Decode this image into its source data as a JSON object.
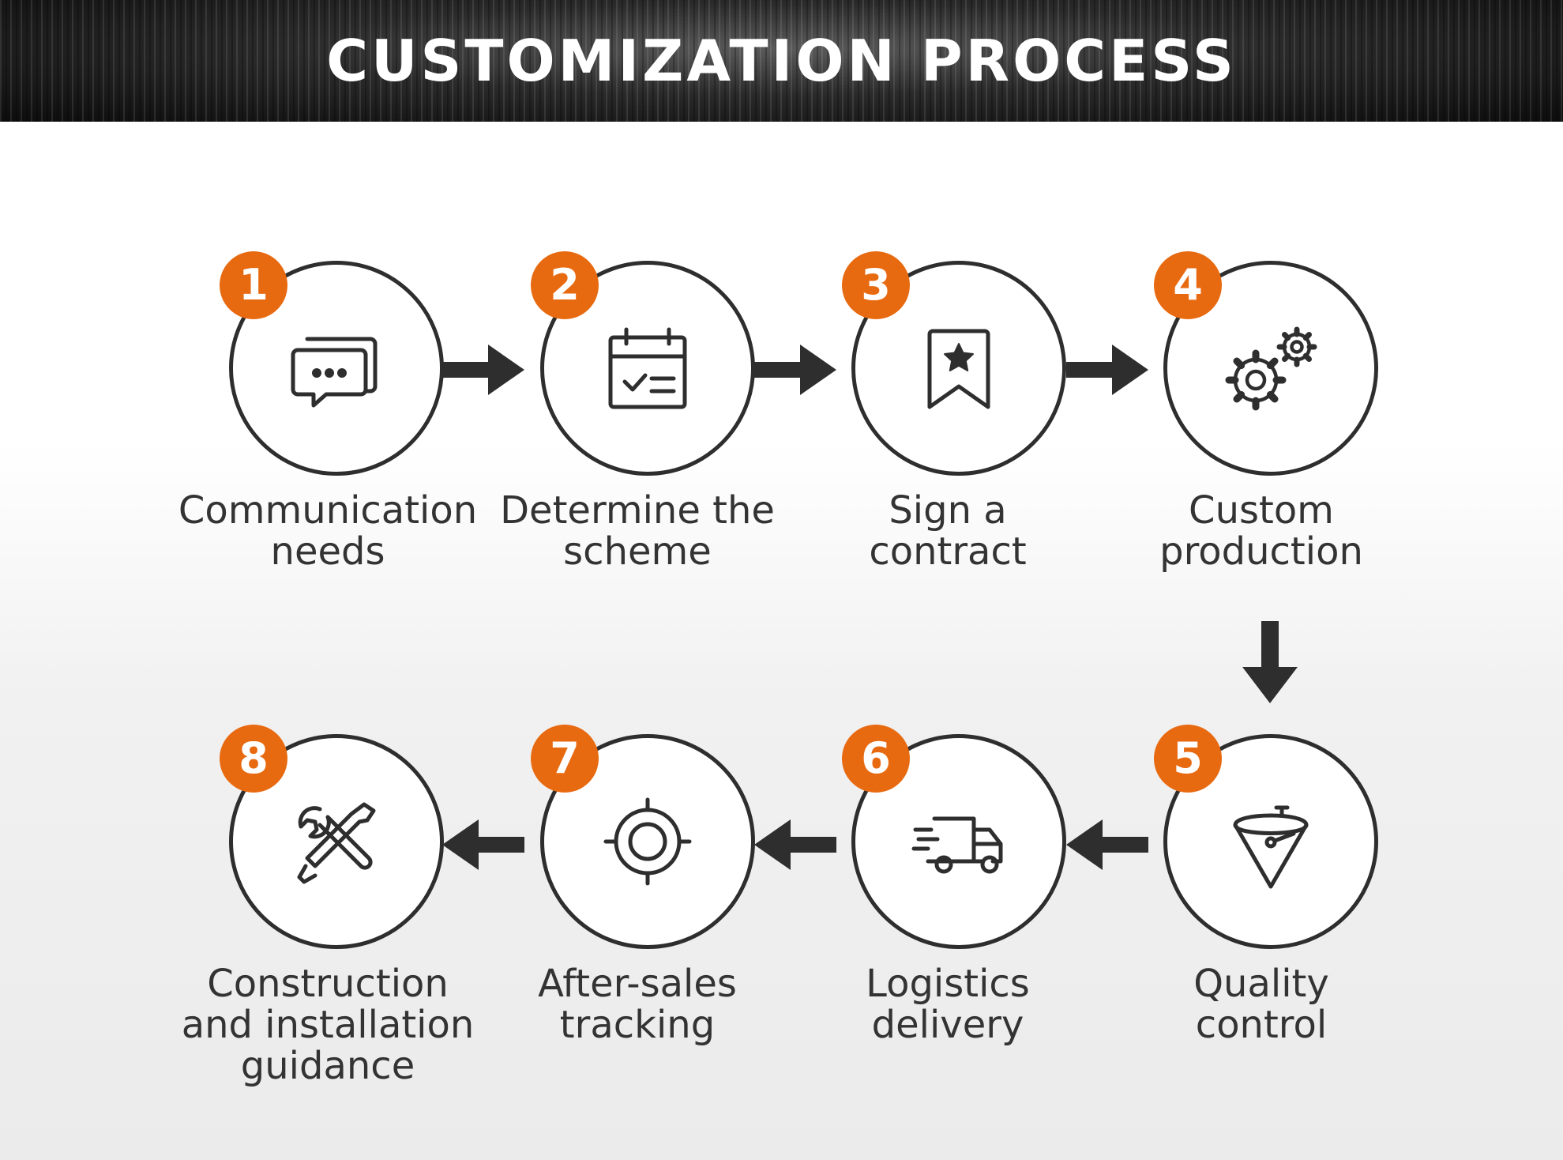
{
  "header": {
    "title": "CUSTOMIZATION PROCESS"
  },
  "colors": {
    "accent": "#e86a10",
    "ink": "#2e2e2e",
    "text": "#333333"
  },
  "steps": [
    {
      "number": "1",
      "label_line1": "Communication",
      "label_line2": "needs",
      "label_line3": "",
      "icon": "chat-icon"
    },
    {
      "number": "2",
      "label_line1": "Determine the",
      "label_line2": "scheme",
      "label_line3": "",
      "icon": "calendar-check-icon"
    },
    {
      "number": "3",
      "label_line1": "Sign a",
      "label_line2": "contract",
      "label_line3": "",
      "icon": "bookmark-star-icon"
    },
    {
      "number": "4",
      "label_line1": "Custom",
      "label_line2": "production",
      "label_line3": "",
      "icon": "gears-icon"
    },
    {
      "number": "5",
      "label_line1": "Quality",
      "label_line2": "control",
      "label_line3": "",
      "icon": "funnel-icon"
    },
    {
      "number": "6",
      "label_line1": "Logistics",
      "label_line2": "delivery",
      "label_line3": "",
      "icon": "truck-icon"
    },
    {
      "number": "7",
      "label_line1": "After-sales",
      "label_line2": "tracking",
      "label_line3": "",
      "icon": "target-icon"
    },
    {
      "number": "8",
      "label_line1": "Construction",
      "label_line2": "and installation",
      "label_line3": "guidance",
      "icon": "tools-icon"
    }
  ]
}
